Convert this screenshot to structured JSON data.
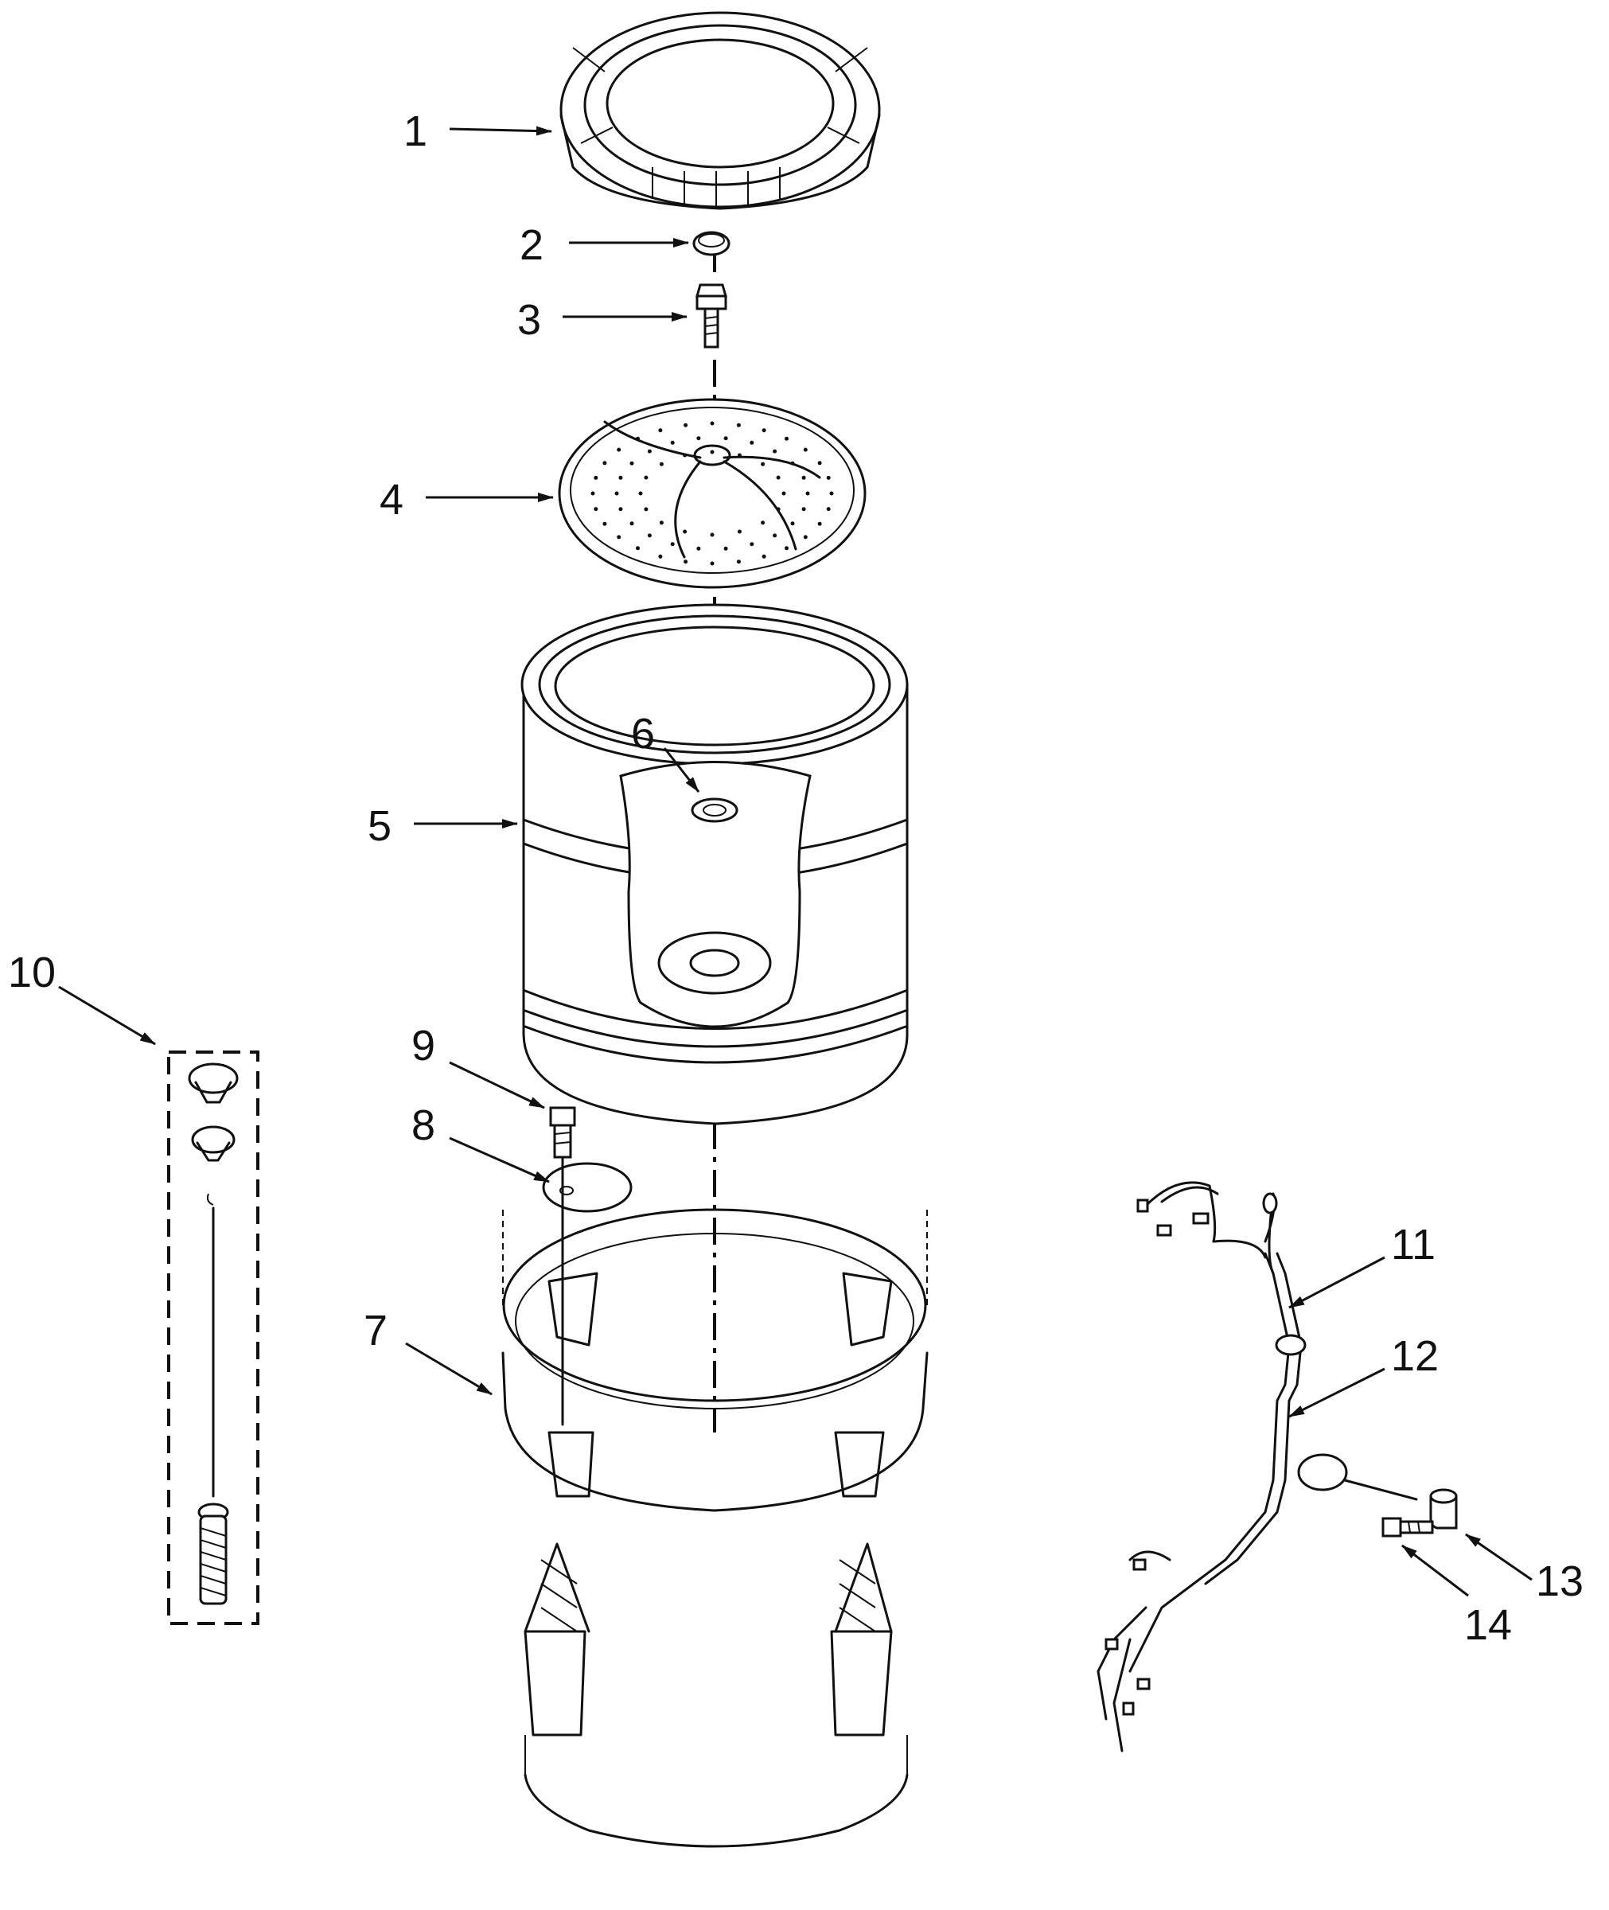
{
  "callouts": [
    {
      "id": "1",
      "label": "1"
    },
    {
      "id": "2",
      "label": "2"
    },
    {
      "id": "3",
      "label": "3"
    },
    {
      "id": "4",
      "label": "4"
    },
    {
      "id": "5",
      "label": "5"
    },
    {
      "id": "6",
      "label": "6"
    },
    {
      "id": "7",
      "label": "7"
    },
    {
      "id": "8",
      "label": "8"
    },
    {
      "id": "9",
      "label": "9"
    },
    {
      "id": "10",
      "label": "10"
    },
    {
      "id": "11",
      "label": "11"
    },
    {
      "id": "12",
      "label": "12"
    },
    {
      "id": "13",
      "label": "13"
    },
    {
      "id": "14",
      "label": "14"
    }
  ],
  "colors": {
    "line": "#111111",
    "background": "#ffffff"
  }
}
